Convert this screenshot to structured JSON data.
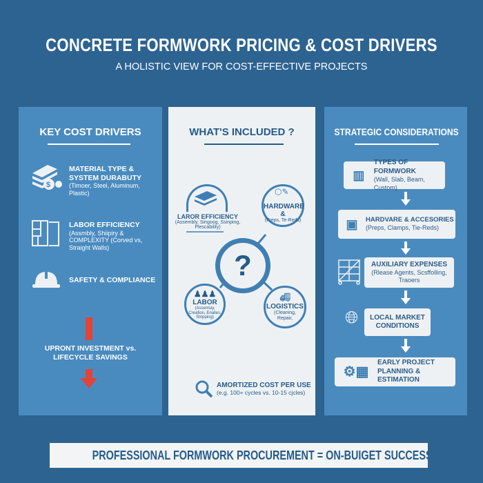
{
  "header": {
    "title": "CONCRETE FORMWORK PRICING & COST DRIVERS",
    "subtitle": "A HOLISTIC VIEW FOR COST-EFFECTIVE PROJECTS"
  },
  "left": {
    "heading": "KEY COST DRIVERS",
    "items": [
      {
        "title": "MATERIAL TYPE & SYSTEM DURABUTY",
        "detail": "(Timoer, Steel, Aluminum, Plastic)",
        "icon": "money-stack-gear-icon"
      },
      {
        "title": "LABOR EFFICIENCY",
        "detail": "(Assmbly, Shiipiry & COMPLEXITY (Corved vs, Straight Walls)",
        "icon": "formwork-panel-icon"
      },
      {
        "title": "SAFETY & COMPLIANCE",
        "detail": "",
        "icon": "hard-hat-icon"
      }
    ],
    "tradeoff": "UPRONT INVESTMENT vs. LIFECYCLE SAVINGS",
    "arrow_color": "#e0443a"
  },
  "middle": {
    "heading": "WHAT'S INCLUDED ?",
    "center": "?",
    "nodes": [
      {
        "title": "LAROR EFFICIENCY",
        "detail": "(Assembly, Singoog, Ssinping, Plescability)",
        "icon": "panels-icon"
      },
      {
        "title": "HARDWARE &",
        "detail": "(Freps, Te-Reds)",
        "icon": "nut-bolt-icon"
      },
      {
        "title": "LABOR",
        "detail": "(Assemsiy, Creafion, Enalles, Stripping)",
        "icon": "workers-icon"
      },
      {
        "title": "LOGISTICS",
        "detail": "(Cleaning, Repair,",
        "icon": "truck-icon"
      }
    ],
    "footer_title": "AMORTIZED COST PER USE",
    "footer_detail": "(e.g. 100+ cycles vs. 10-15 cjcles)"
  },
  "right": {
    "heading": "STRATEGIC CONSIDERATIONS",
    "steps": [
      {
        "title": "TYPES OF FORMWORK",
        "detail": "(Wall, Slab, Beam, Custom)"
      },
      {
        "title": "HARDVARE & ACCESORIES",
        "detail": "(Preps, Clamps, Tie-Reds)"
      },
      {
        "title": "AUXILIARY EXPENSES",
        "detail": "(Rlease Agents, Scsffolling, Traoers"
      },
      {
        "title": "LOCAL MARKET CONDITIONS",
        "detail": ""
      },
      {
        "title": "EARLY PROJECT PLANNING & ESTIMATION",
        "detail": ""
      }
    ]
  },
  "banner": "PROFESSIONAL FORMWORK PROCUREMENT = ON-BUIGET SUCCESS"
}
